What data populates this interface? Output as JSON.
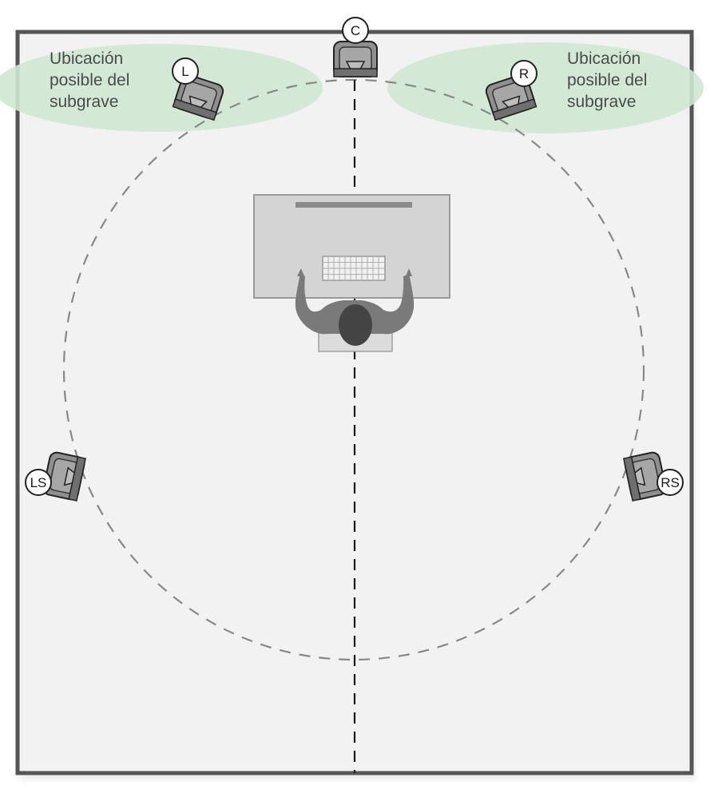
{
  "zones": {
    "left": {
      "line1": "Ubicación",
      "line2": "posible del",
      "line3": "subgrave"
    },
    "right": {
      "line1": "Ubicación",
      "line2": "posible del",
      "line3": "subgrave"
    }
  },
  "speakers": {
    "center": "C",
    "left": "L",
    "right": "R",
    "left_surround": "LS",
    "right_surround": "RS"
  },
  "colors": {
    "room_fill": "#f2f2f2",
    "room_border": "#555555",
    "zone_fill": "#cfe8d3",
    "speaker_fill": "#8f8f8f",
    "dashed_line": "#888888",
    "centerline": "#1a1a1a",
    "person": "#7a7a7a"
  },
  "icons": {
    "speaker": "speaker-icon",
    "listener": "listener-icon",
    "desk": "desk-icon",
    "keyboard": "keyboard-icon"
  }
}
